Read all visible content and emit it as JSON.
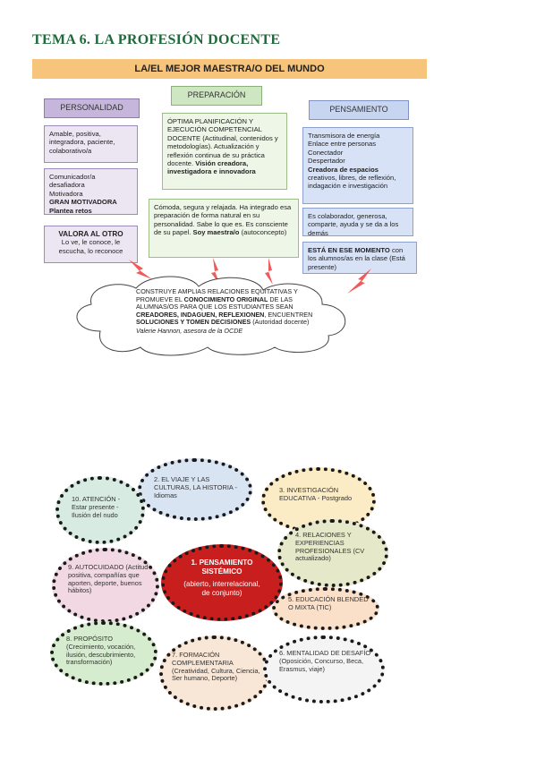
{
  "title": "TEMA 6. LA PROFESIÓN DOCENTE",
  "banner": "LA/EL MEJOR MAESTRA/O DEL MUNDO",
  "headers": {
    "personalidad": "PERSONALIDAD",
    "preparacion": "PREPARACIÓN",
    "pensamiento": "PENSAMIENTO"
  },
  "personalidad": {
    "box1": "Amable, positiva, integradora, paciente, colaborativo/a",
    "box2_lines": [
      "Comunicador/a",
      "desafiadora",
      "Motivadora"
    ],
    "box2_bold": [
      "GRAN MOTIVADORA",
      "Plantea retos"
    ],
    "box3_title": "VALORA AL OTRO",
    "box3_text": "Lo ve, le conoce, le escucha, lo reconoce"
  },
  "preparacion": {
    "box1_text": "ÓPTIMA PLANIFICACIÓN Y EJECUCIÓN COMPETENCIAL DOCENTE (Actitudinal, contenidos y metodologías). Actualización y reflexión continua de su práctica docente.",
    "box1_bold": "Visión creadora, investigadora e innovadora",
    "box2_text": "Cómoda, segura y relajada. Ha integrado esa preparación de forma natural en su personalidad. Sabe lo que es. Es consciente de su papel.",
    "box2_bold": "Soy maestra/o",
    "box2_tail": "(autoconcepto)"
  },
  "pensamiento": {
    "box1_lines": [
      "Transmisora de energía",
      "Enlace entre personas",
      "Conectador",
      "Despertador"
    ],
    "box1_bold": "Creadora de espacios",
    "box1_tail": "creativos, libres, de reflexión, indagación e investigación",
    "box2_text": "Es colaborador, generosa, comparte, ayuda y se da a los demás",
    "box3_bold": "ESTÁ EN ESE MOMENTO",
    "box3_text": "con los alumnos/as en la clase (Está presente)"
  },
  "cloud": {
    "text_a": "CONSTRUYE AMPLIAS RELACIONES EQUITATIVAS Y PROMUEVE EL",
    "text_b_bold": "CONOCIMIENTO ORIGINAL",
    "text_c": "DE LAS ALUMNAS/OS PARA QUE LOS ESTUDIANTES SEAN",
    "text_d_bold": "CREADORES, INDAGUEN, REFLEXIONEN",
    "text_e": ", ENCUENTREN",
    "text_f_bold": "SOLUCIONES Y TOMEN DECISIONES",
    "text_g": "(Autoridad docente)",
    "author": "Valerie Hannon, asesora de la OCDE"
  },
  "diagram": {
    "center": [
      "1.  PENSAMIENTO SISTÉMICO",
      "(abierto, interrelacional, de conjunto)"
    ],
    "items": [
      {
        "id": "2",
        "text": "2. EL VIAJE Y LAS CULTURAS, LA HISTORIA - Idiomas"
      },
      {
        "id": "3",
        "text": "3. INVESTIGACIÓN EDUCATIVA - Postgrado"
      },
      {
        "id": "4",
        "text": "4. RELACIONES Y EXPERIENCIAS PROFESIONALES (CV actualizado)"
      },
      {
        "id": "5",
        "text": "5. EDUCACIÓN BLENDED O MIXTA (TIC)"
      },
      {
        "id": "6",
        "text": "6. MENTALIDAD DE DESAFÍO (Oposición, Concurso, Beca, Erasmus, viaje)"
      },
      {
        "id": "7",
        "text": "7. FORMACIÓN COMPLEMENTARIA (Creatividad, Cultura, Ciencia, Ser humano, Deporte)"
      },
      {
        "id": "8",
        "text": "8. PROPÓSITO (Crecimiento, vocación, ilusión, descubrimiento, transformación)"
      },
      {
        "id": "9",
        "text": "9. AUTOCUIDADO (Actitud positiva, compañías que aporten, deporte, buenos hábitos)"
      },
      {
        "id": "10",
        "text": "10. ATENCIÓN - Estar presente - Ilusión del nudo"
      }
    ]
  }
}
